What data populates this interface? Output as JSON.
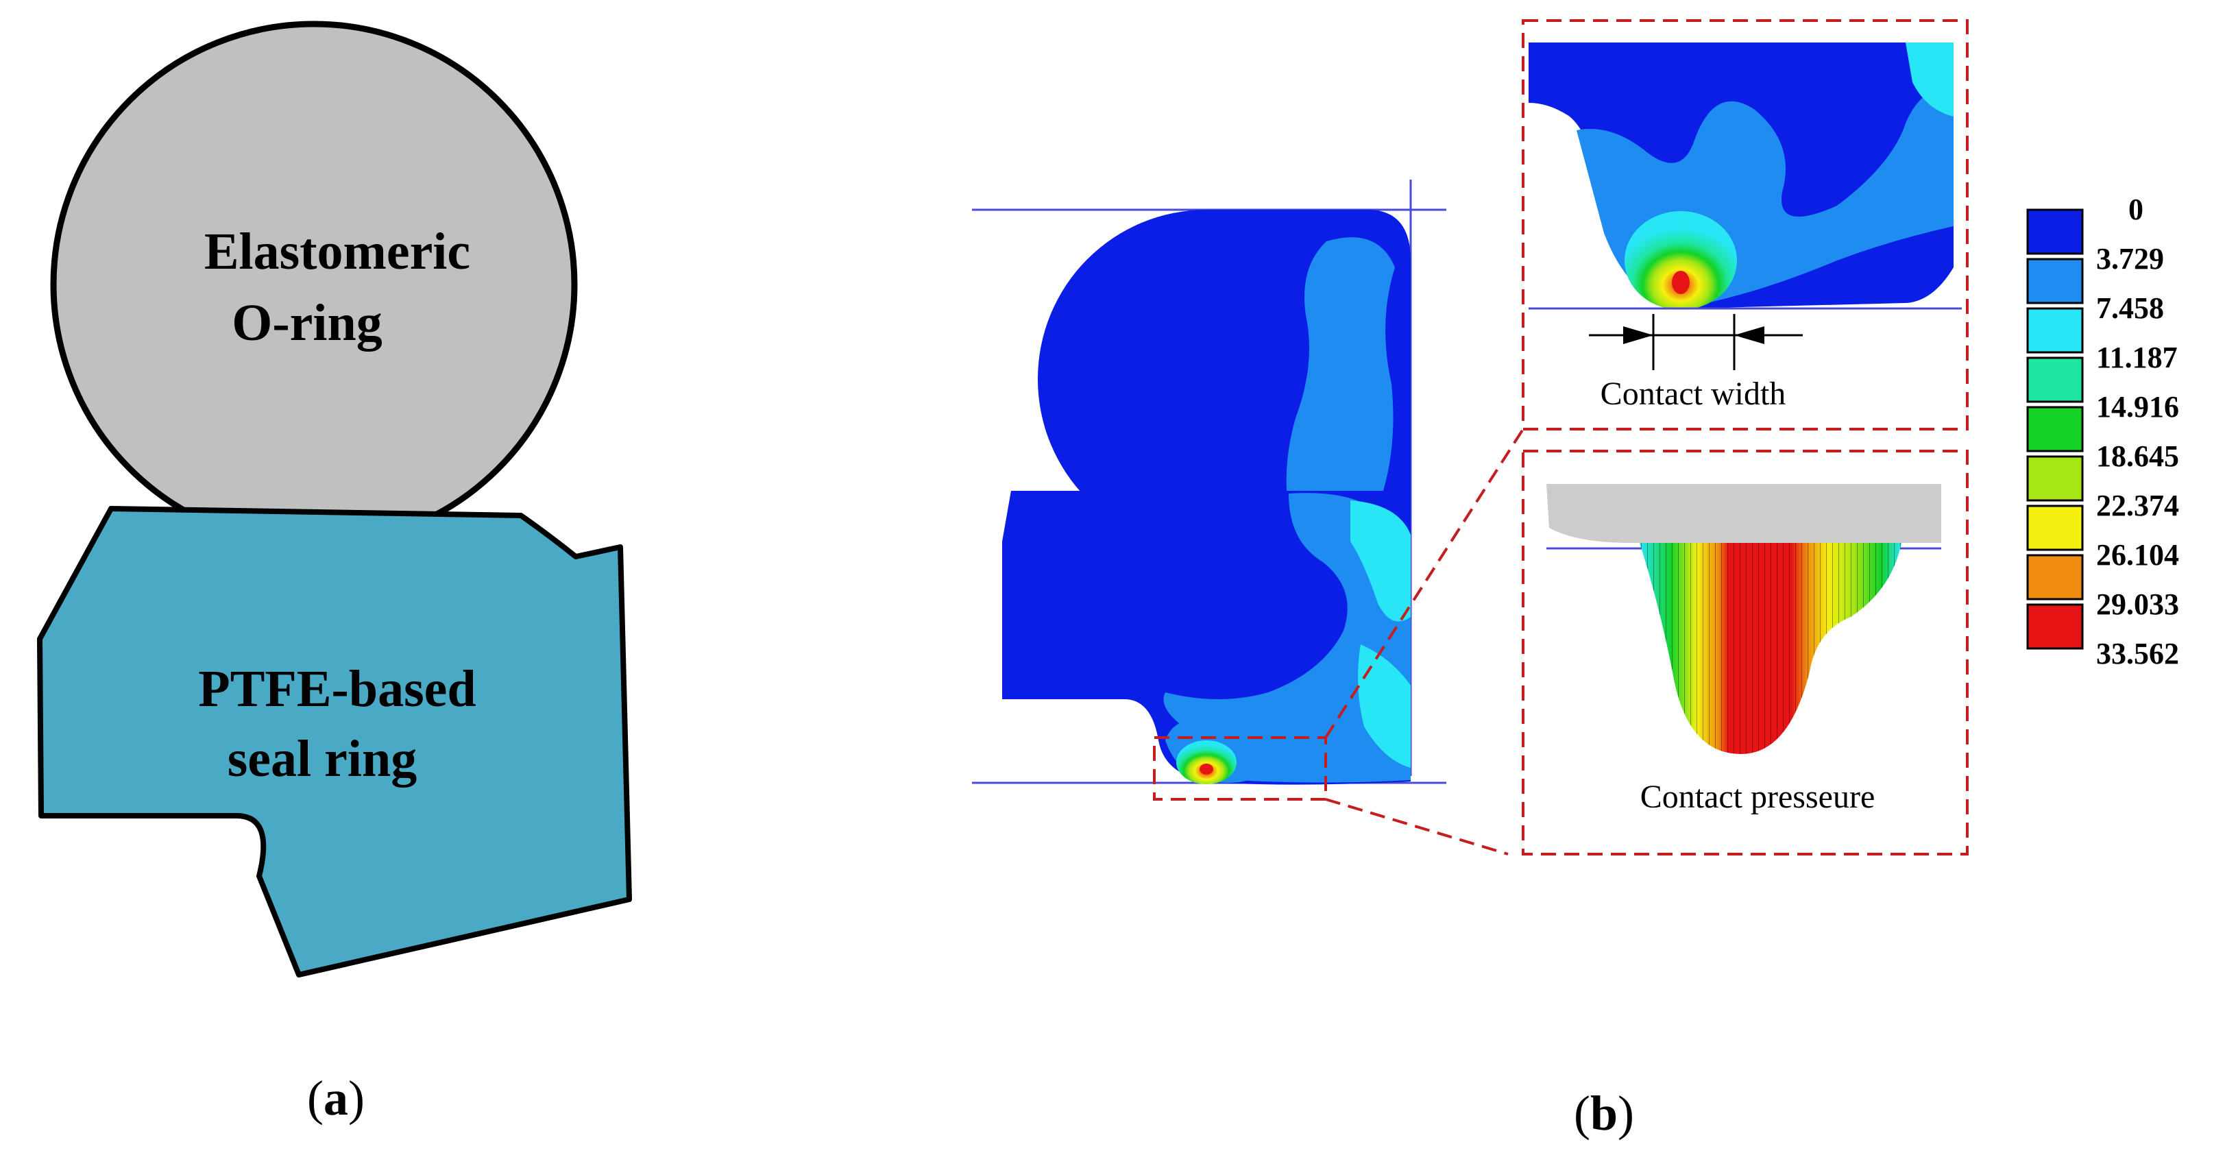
{
  "panel_a": {
    "oring_label_line1": "Elastomeric",
    "oring_label_line2": "O-ring",
    "seal_label_line1": "PTFE-based",
    "seal_label_line2": "seal ring",
    "caption_open": "(",
    "caption_letter": "a",
    "caption_close": ")",
    "colors": {
      "oring_fill": "#c0c0c0",
      "seal_fill": "#4aaac5",
      "outline": "#000000"
    }
  },
  "panel_b": {
    "contact_width_label": "Contact width",
    "contact_pressure_label": "Contact presseure",
    "caption_open": "(",
    "caption_letter": "b",
    "caption_close": ")",
    "colors": {
      "guide_line": "#4a4ad8",
      "zoom_box": "#c41e1e",
      "dark_blue": "#0a1ee6",
      "mid_blue": "#1e8cf0",
      "cyan": "#28e6f5"
    }
  },
  "legend": {
    "items": [
      {
        "value": "0",
        "color": "#0a1ee6"
      },
      {
        "value": "3.729",
        "color": "#1e8cf0"
      },
      {
        "value": "7.458",
        "color": "#28e6f5"
      },
      {
        "value": "11.187",
        "color": "#1ee6a0"
      },
      {
        "value": "14.916",
        "color": "#14d228"
      },
      {
        "value": "18.645",
        "color": "#a5e614"
      },
      {
        "value": "22.374",
        "color": "#f5f00f"
      },
      {
        "value": "26.104",
        "color": "#f08c0f"
      },
      {
        "value": "29.033",
        "color": "#e61414"
      },
      {
        "value": "33.562",
        "color": ""
      }
    ]
  }
}
